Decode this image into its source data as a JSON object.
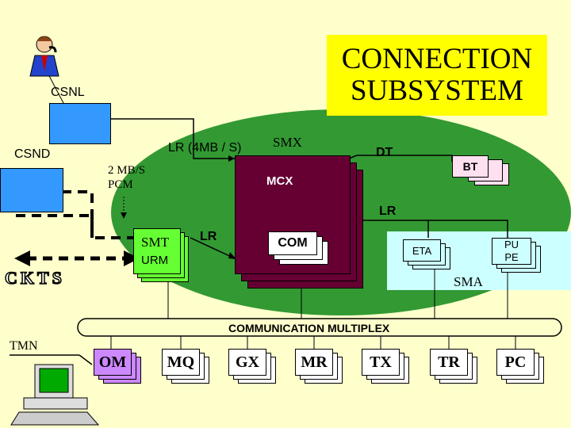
{
  "title": {
    "line1": "CONNECTION",
    "line2": "SUBSYSTEM"
  },
  "labels": {
    "csnl": "CSNL",
    "csnd": "CSND",
    "lr_4mb": "LR (4MB / S)",
    "smx": "SMX",
    "dt": "DT",
    "bt": "BT",
    "mcx": "MCX",
    "mb_line1": "2 MB/S",
    "mb_line2": "PCM",
    "lr_top": "LR",
    "lr_left": "LR",
    "smt": "SMT",
    "urm": "URM",
    "com": "COM",
    "eta": "ETA",
    "pupe_line1": "PU",
    "pupe_line2": "PE",
    "sma": "SMA",
    "ckts": "CKTS",
    "comm_multiplex": "COMMUNICATION MULTIPLEX",
    "tmn": "TMN"
  },
  "bus_nodes": [
    "OM",
    "MQ",
    "GX",
    "MR",
    "TX",
    "TR",
    "PC"
  ],
  "icons": [
    "operator-phone-icon",
    "computer-terminal-icon"
  ],
  "colors": {
    "background": "#ffffcc",
    "title_bg": "#ffff00",
    "oval": "#339933",
    "sma": "#ccffff",
    "mcx": "#660033",
    "smt": "#66ff33",
    "om": "#cc88ff",
    "terminal": "#3399ff"
  }
}
